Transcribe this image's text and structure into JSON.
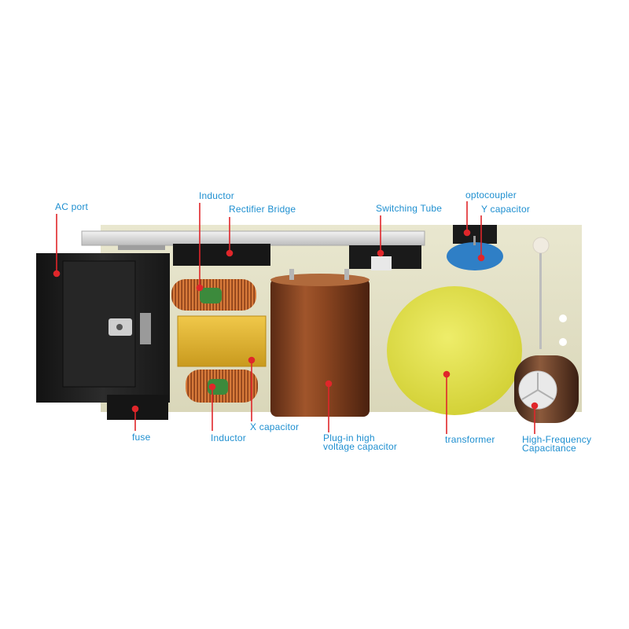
{
  "colors": {
    "label_text": "#1e8fd0",
    "leader_line": "#e0262a",
    "pcb": "#e6e3c8",
    "heatsink": "#dcdcdc",
    "ac_port": "#1f1f1f",
    "x_capacitor": "#e6b72e",
    "hv_capacitor": "#7a3b1e",
    "transformer": "#e3e24e",
    "y_capacitor": "#2f7fc6",
    "inductor_copper": "#c86a2c",
    "inductor_core": "#3c8a3c"
  },
  "labels": [
    {
      "id": "ac-port",
      "lines": [
        "AC port"
      ]
    },
    {
      "id": "inductor-top",
      "lines": [
        "Inductor"
      ]
    },
    {
      "id": "rectifier-bridge",
      "lines": [
        "Rectifier Bridge"
      ]
    },
    {
      "id": "switching-tube",
      "lines": [
        "Switching Tube"
      ]
    },
    {
      "id": "optocoupler",
      "lines": [
        "optocoupler"
      ]
    },
    {
      "id": "y-capacitor",
      "lines": [
        "Y capacitor"
      ]
    },
    {
      "id": "fuse",
      "lines": [
        "fuse"
      ]
    },
    {
      "id": "inductor-bottom",
      "lines": [
        "Inductor"
      ]
    },
    {
      "id": "x-capacitor",
      "lines": [
        "X capacitor"
      ]
    },
    {
      "id": "hv-capacitor",
      "lines": [
        "Plug-in high",
        "voltage capacitor"
      ]
    },
    {
      "id": "transformer",
      "lines": [
        "transformer"
      ]
    },
    {
      "id": "hf-capacitance",
      "lines": [
        "High-Frequency",
        "Capacitance"
      ]
    }
  ]
}
